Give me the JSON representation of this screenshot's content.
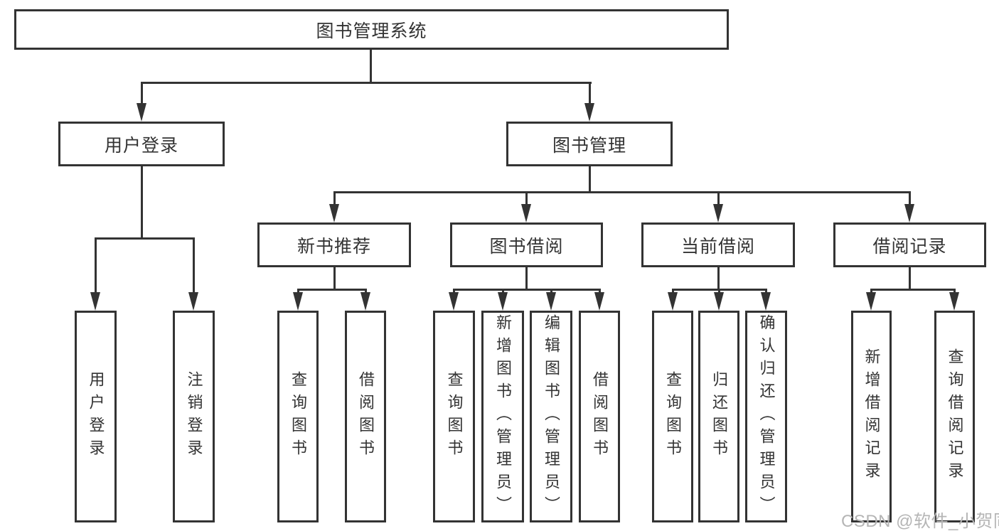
{
  "root": {
    "label": "图书管理系统"
  },
  "level2": {
    "user_login": "用户登录",
    "book_management": "图书管理"
  },
  "level3": {
    "new_book_recommend": "新书推荐",
    "book_borrow": "图书借阅",
    "current_borrow": "当前借阅",
    "borrow_records": "借阅记录"
  },
  "leaves": {
    "login_user_login": "用户登录",
    "login_logout": "注销登录",
    "recommend_query_book": "查询图书",
    "recommend_borrow_book": "借阅图书",
    "borrow_query_book": "查询图书",
    "borrow_add_book": "新增图书（管理员）",
    "borrow_edit_book": "编辑图书（管理员）",
    "borrow_borrow_book": "借阅图书",
    "current_query_book": "查询图书",
    "current_return_book": "归还图书",
    "current_confirm_return": "确认归还（管理员）",
    "records_add_record": "新增借阅记录",
    "records_query_record": "查询借阅记录"
  },
  "watermark": "CSDN @软件_小贺同学",
  "colors": {
    "line": "#333333",
    "text": "#333333",
    "watermark": "#b5b5b5",
    "background": "#ffffff"
  }
}
